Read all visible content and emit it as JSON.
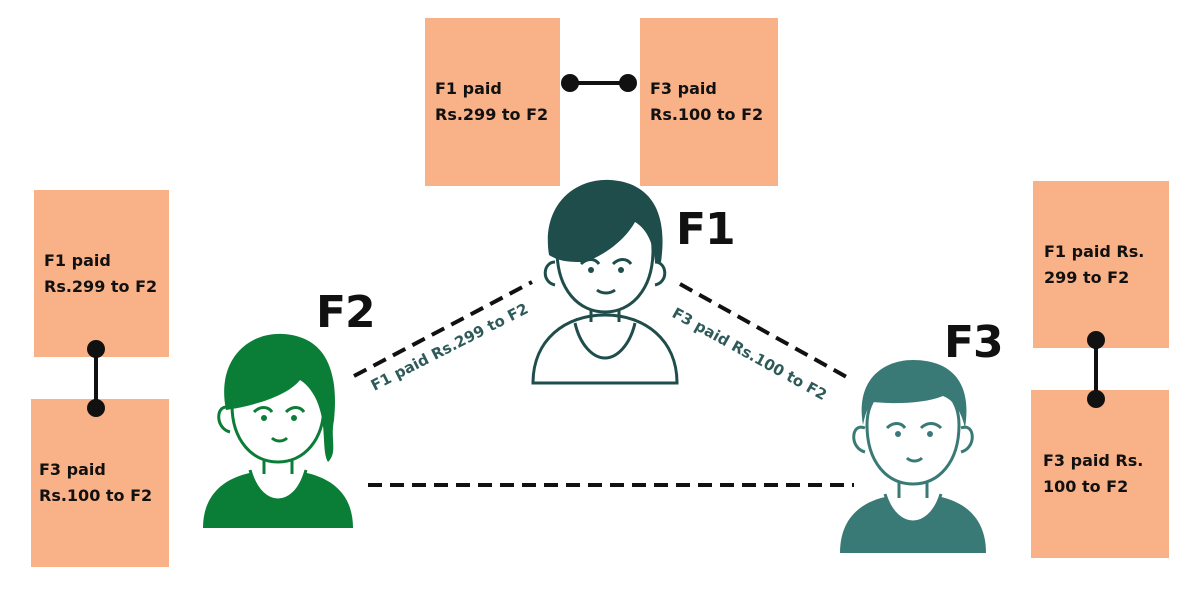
{
  "people": {
    "f1": {
      "label": "F1",
      "color": "#1e4d4b"
    },
    "f2": {
      "label": "F2",
      "color": "#0a7d36"
    },
    "f3": {
      "label": "F3",
      "color": "#3a7a76"
    }
  },
  "edges": {
    "f2_f1": "F1 paid Rs.299 to F2",
    "f1_f3": "F3 paid Rs.100 to F2"
  },
  "notes": {
    "top_left": {
      "line1": "F1 paid",
      "line2": "Rs.299 to F2"
    },
    "top_right": {
      "line1": "F3 paid",
      "line2": "Rs.100 to F2"
    },
    "left_top": {
      "line1": "F1 paid",
      "line2": "Rs.299 to F2"
    },
    "left_bottom": {
      "line1": "F3 paid",
      "line2": "Rs.100 to F2"
    },
    "right_top": {
      "line1": "F1 paid Rs.",
      "line2": "299 to F2"
    },
    "right_bottom": {
      "line1": "F3 paid Rs.",
      "line2": "100 to F2"
    }
  },
  "colors": {
    "note": "#f9b188",
    "edge_text": "#2e5a5a"
  }
}
